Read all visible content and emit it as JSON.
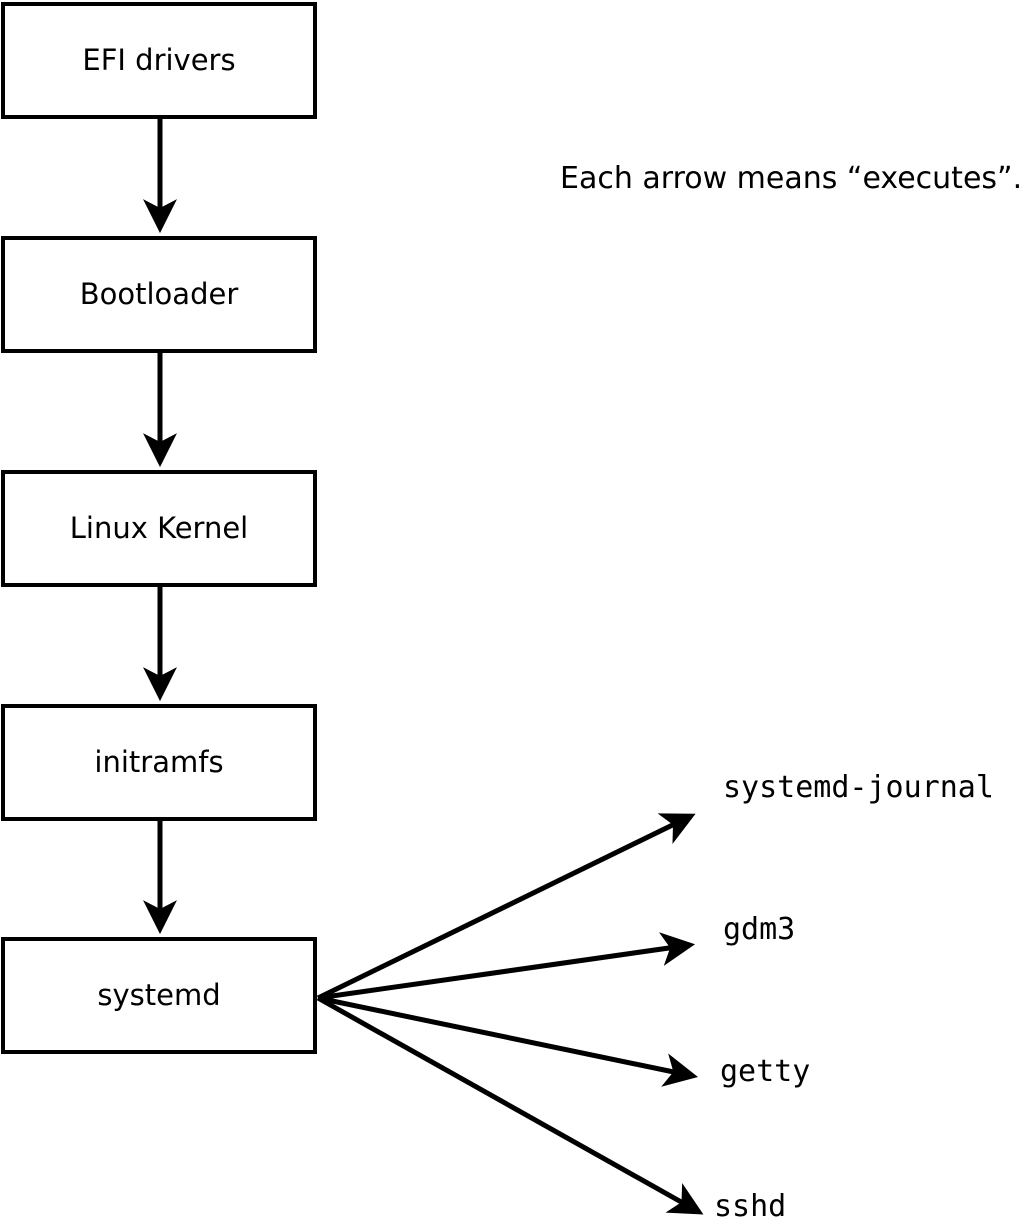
{
  "diagram": {
    "caption": "Each arrow means “executes”.",
    "chain": [
      "EFI drivers",
      "Bootloader",
      "Linux Kernel",
      "initramfs",
      "systemd"
    ],
    "targets": [
      "systemd-journal",
      "gdm3",
      "getty",
      "sshd"
    ],
    "edges": [
      {
        "from": "EFI drivers",
        "to": "Bootloader"
      },
      {
        "from": "Bootloader",
        "to": "Linux Kernel"
      },
      {
        "from": "Linux Kernel",
        "to": "initramfs"
      },
      {
        "from": "initramfs",
        "to": "systemd"
      },
      {
        "from": "systemd",
        "to": "systemd-journal"
      },
      {
        "from": "systemd",
        "to": "gdm3"
      },
      {
        "from": "systemd",
        "to": "getty"
      },
      {
        "from": "systemd",
        "to": "sshd"
      }
    ],
    "colors": {
      "line": "#000000",
      "box_border": "#000000",
      "box_fill": "#ffffff",
      "background": "#ffffff",
      "text": "#000000"
    }
  }
}
